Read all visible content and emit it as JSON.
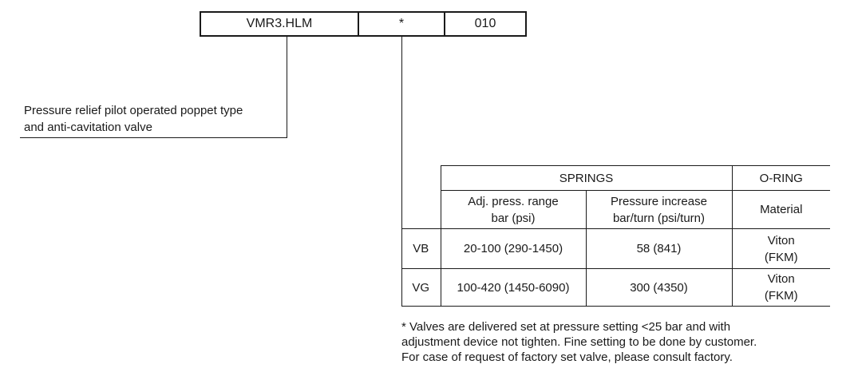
{
  "code": {
    "model": "VMR3.HLM",
    "setting": "*",
    "suffix": "010"
  },
  "description": {
    "line1": "Pressure relief pilot operated poppet type",
    "line2": "and anti-cavitation valve"
  },
  "table": {
    "springs_header": "SPRINGS",
    "oring_header": "O-RING",
    "sub_headers": {
      "range": [
        "Adj. press. range",
        "bar (psi)"
      ],
      "increase": [
        "Pressure increase",
        "bar/turn (psi/turn)"
      ],
      "material": "Material"
    },
    "rows": [
      {
        "code": "VB",
        "range": "20-100 (290-1450)",
        "increase": "58 (841)",
        "material": [
          "Viton",
          "(FKM)"
        ]
      },
      {
        "code": "VG",
        "range": "100-420 (1450-6090)",
        "increase": "300 (4350)",
        "material": [
          "Viton",
          "(FKM)"
        ]
      }
    ]
  },
  "note": {
    "line1": "* Valves are delivered set at pressure setting <25 bar and with",
    "line2": "adjustment device not tighten. Fine setting to be done by customer.",
    "line3": "For case of request of factory set valve, please consult factory."
  }
}
